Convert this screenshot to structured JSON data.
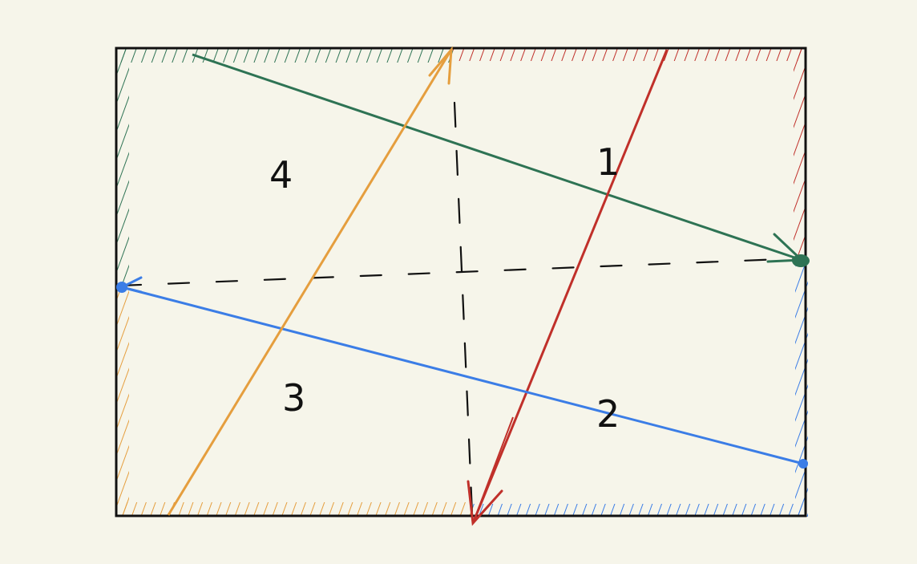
{
  "diagram": {
    "background_color": "#f6f5ea",
    "frame_color": "#111111",
    "regions": [
      {
        "label": "1"
      },
      {
        "label": "2"
      },
      {
        "label": "3"
      },
      {
        "label": "4"
      }
    ],
    "arrows": [
      {
        "name": "green",
        "color": "#2e7354"
      },
      {
        "name": "red",
        "color": "#c0302a"
      },
      {
        "name": "blue",
        "color": "#3b7de6"
      },
      {
        "name": "orange",
        "color": "#e59e3e"
      }
    ]
  }
}
